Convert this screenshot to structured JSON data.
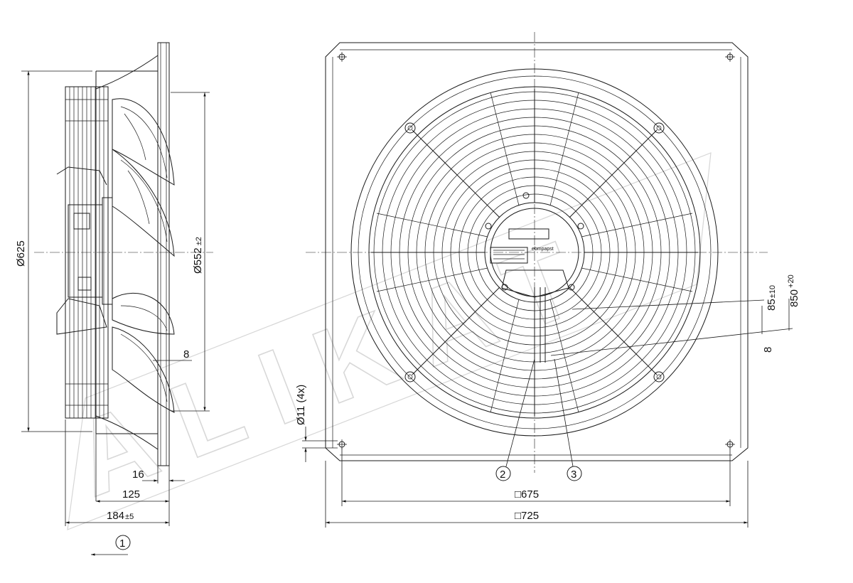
{
  "watermark": {
    "text": "ALIKAT"
  },
  "side_view": {
    "dim_outer_diameter": "Ø625",
    "dim_inner_diameter": "Ø552",
    "dim_inner_tol": "±2",
    "dim_8": "8",
    "dim_16": "16",
    "dim_125": "125",
    "dim_184": "184",
    "dim_184_tol": "±5",
    "airflow_marker": "1"
  },
  "front_view": {
    "dim_hole": "Ø11 (4x)",
    "dim_675": "□675",
    "dim_725": "□725",
    "dim_850": "850",
    "dim_850_tol": "+20",
    "dim_85": "85",
    "dim_85_tol": "±10",
    "dim_8": "8",
    "marker_2": "2",
    "marker_3": "3",
    "brand_label": "ebmpapst"
  }
}
